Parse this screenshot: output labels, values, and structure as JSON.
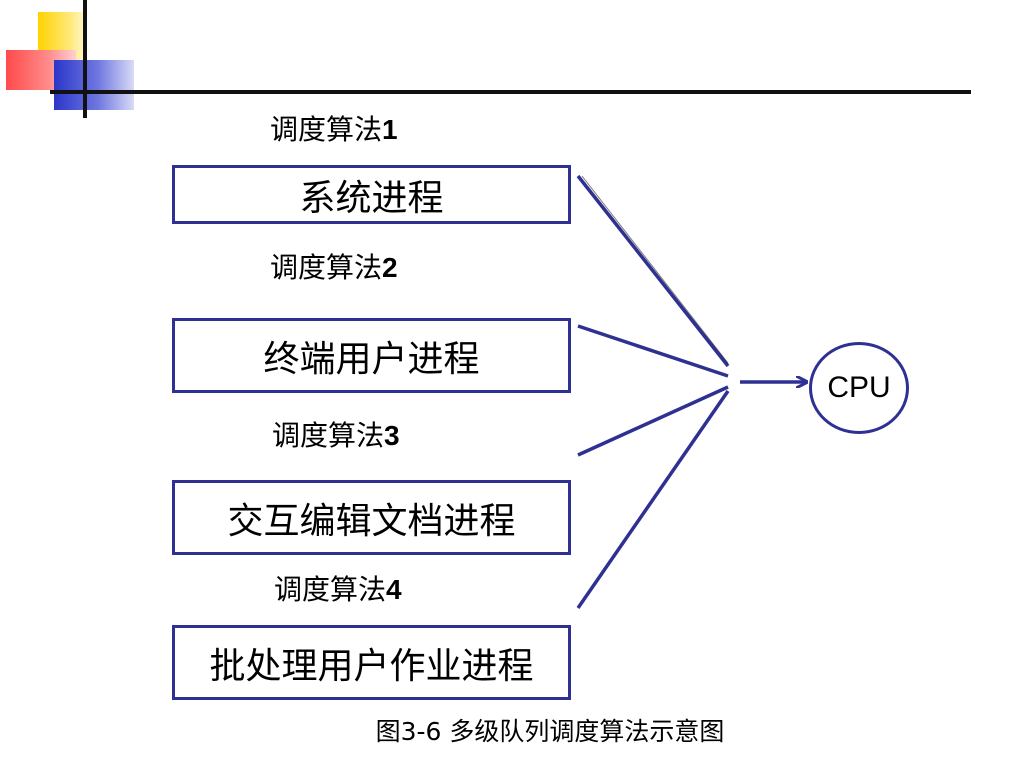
{
  "diagram": {
    "algorithms": [
      {
        "text": "调度算法",
        "num": "1"
      },
      {
        "text": "调度算法",
        "num": "2"
      },
      {
        "text": "调度算法",
        "num": "3"
      },
      {
        "text": "调度算法",
        "num": "4"
      }
    ],
    "queues": [
      {
        "label": "系统进程"
      },
      {
        "label": "终端用户进程"
      },
      {
        "label": "交互编辑文档进程"
      },
      {
        "label": "批处理用户作业进程"
      }
    ],
    "cpu": {
      "label": "CPU"
    },
    "caption": "图3-6 多级队列调度算法示意图"
  },
  "colors": {
    "accent": "#2e3192",
    "text": "#000000",
    "background": "#ffffff"
  }
}
